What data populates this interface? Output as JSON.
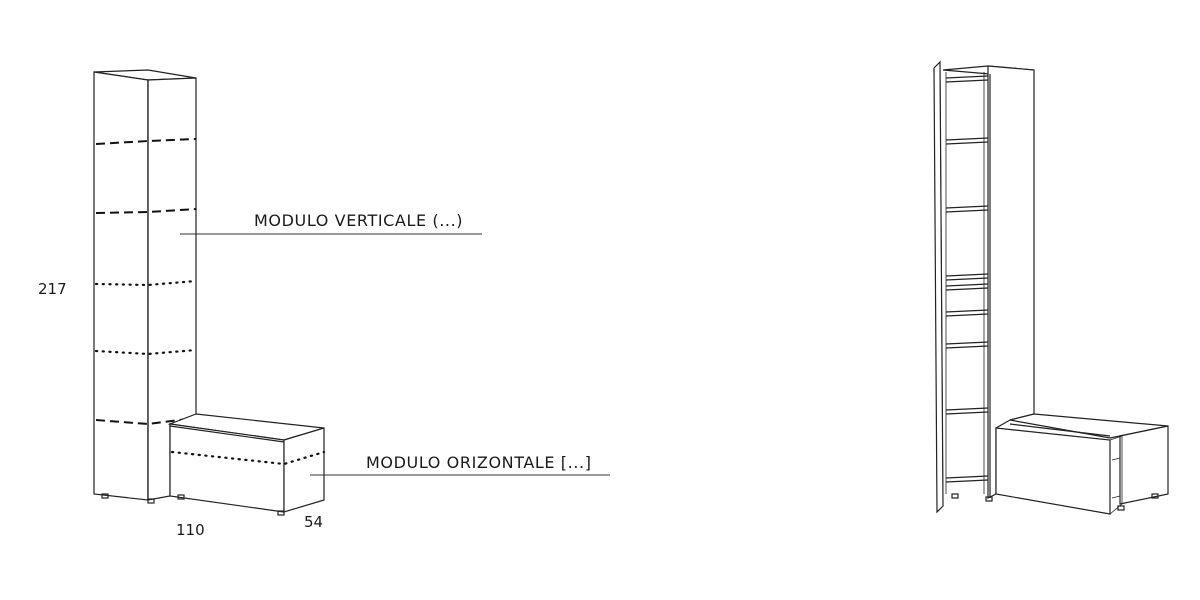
{
  "labels": {
    "vertical_module": "MODULO VERTICALE (...)",
    "horizontal_module": "MODULO ORIZONTALE [...]"
  },
  "dimensions": {
    "height": "217",
    "width": "110",
    "depth": "54"
  }
}
